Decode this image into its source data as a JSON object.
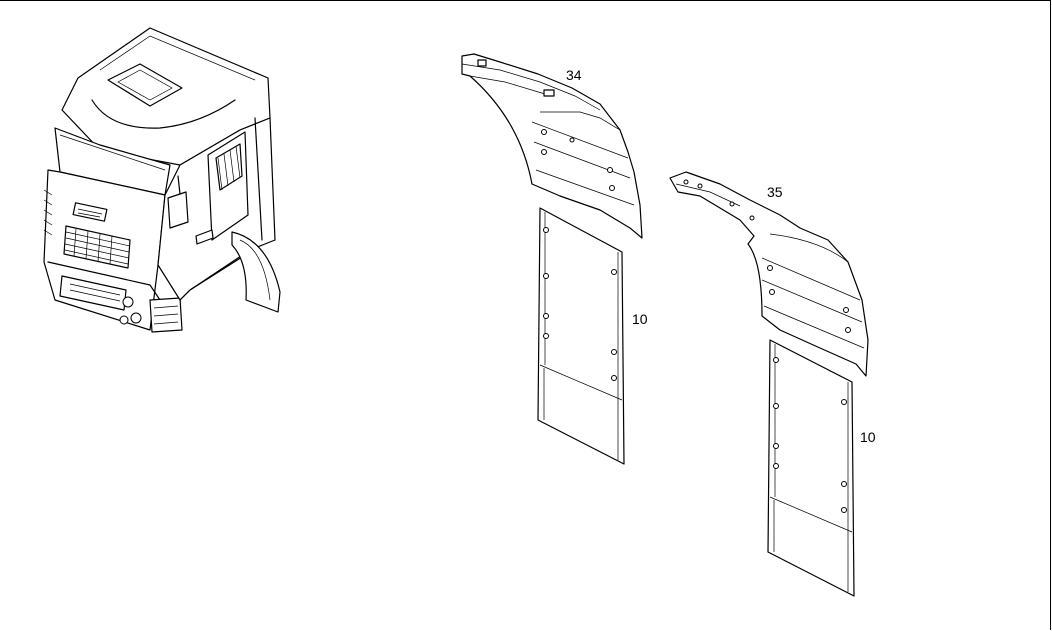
{
  "callouts": {
    "mudguard_left": "34",
    "mudguard_right": "35",
    "flap_left": "10",
    "flap_right": "10"
  }
}
